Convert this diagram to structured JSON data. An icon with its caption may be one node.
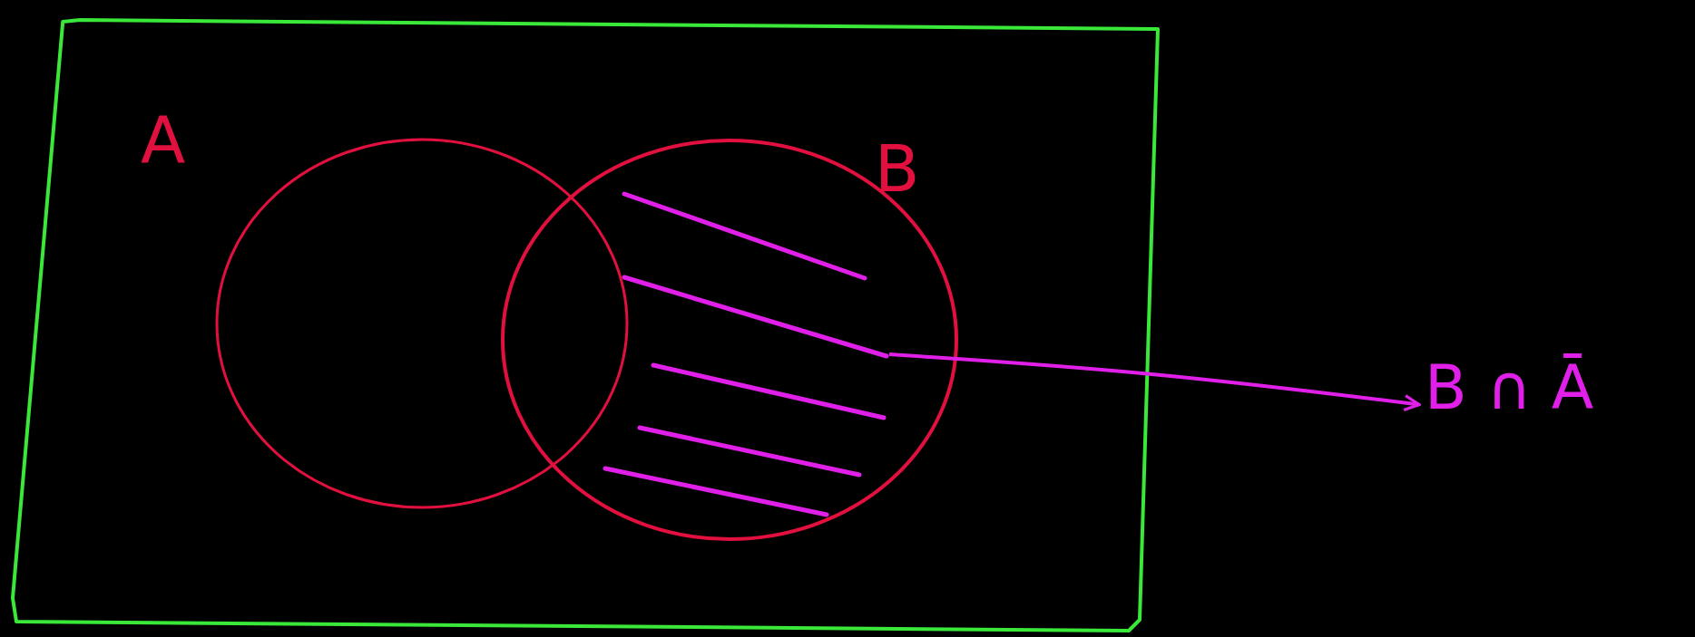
{
  "diagram": {
    "nodes": [
      {
        "text": [],
        "shape": "box"
      },
      {
        "text": [
          "A"
        ],
        "in": 0
      },
      {
        "text": [
          "B"
        ],
        "in": 0
      },
      {
        "text": [],
        "shape": "hatch",
        "in": 2
      },
      {
        "text": [
          "B ∩ Ā"
        ]
      }
    ],
    "edges": [
      {
        "from": 3,
        "to": 4,
        "arrow": "to"
      }
    ]
  }
}
